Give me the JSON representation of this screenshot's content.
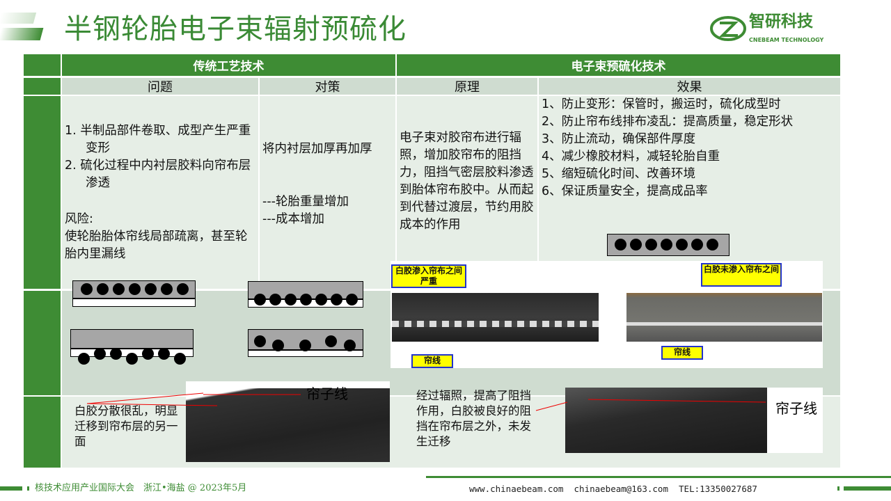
{
  "title": "半钢轮胎电子束辐射预硫化",
  "logo": {
    "name": "智研科技",
    "sub": "CNEBEAM TECHNOLOGY"
  },
  "table": {
    "group1": "传统工艺技术",
    "group2": "电子束预硫化技术",
    "cols": [
      "问题",
      "对策",
      "原理",
      "效果"
    ],
    "problem": [
      "1.  半制品部件卷取、成型产生严重变形",
      "2.  硫化过程中内衬层胶料向帘布层渗透"
    ],
    "risk_label": "风险:",
    "risk": "使轮胎胎体帘线局部疏离，甚至轮胎内里漏线",
    "measure": "将内衬层加厚再加厚",
    "measure_effects": [
      "---轮胎重量增加",
      "---成本增加"
    ],
    "principle": "电子束对胶帘布进行辐照，增加胶帘布的阻挡力，阻挡气密层胶料渗透到胎体帘布胶中。从而起到代替过渡层，节约用胶成本的作用",
    "effects": [
      "1、防止变形：保管时，搬运时，硫化成型时",
      "2、防止帘布线排布凌乱：提高质量，稳定形状",
      "3、防止流动，确保部件厚度",
      "4、减少橡胶材料，减轻轮胎自重",
      "5、缩短硫化时间、改善环境",
      "6、保证质量安全，提高成品率"
    ],
    "callout_left": "白胶渗入帘布之间严重",
    "callout_right": "白胶未渗入帘布之间",
    "cord_label": "帘线",
    "left_note": "白胶分散很乱，明显迁移到帘布层的另一面",
    "right_note": "经过辐照，提高了阻挡作用，白胶被良好的阻挡在帘布层之外，未发生迁移",
    "cord_wire": "帘子线"
  },
  "footer": {
    "left": "核技术应用产业国际大会　浙江•海盐 @ 2023年5月",
    "right": "www.chinaebeam.com  chinaebeam@163.com  TEL:13350027687"
  },
  "colors": {
    "green": "#3e8c34",
    "light": "#cfdcd0",
    "pale": "#e6eee6"
  }
}
